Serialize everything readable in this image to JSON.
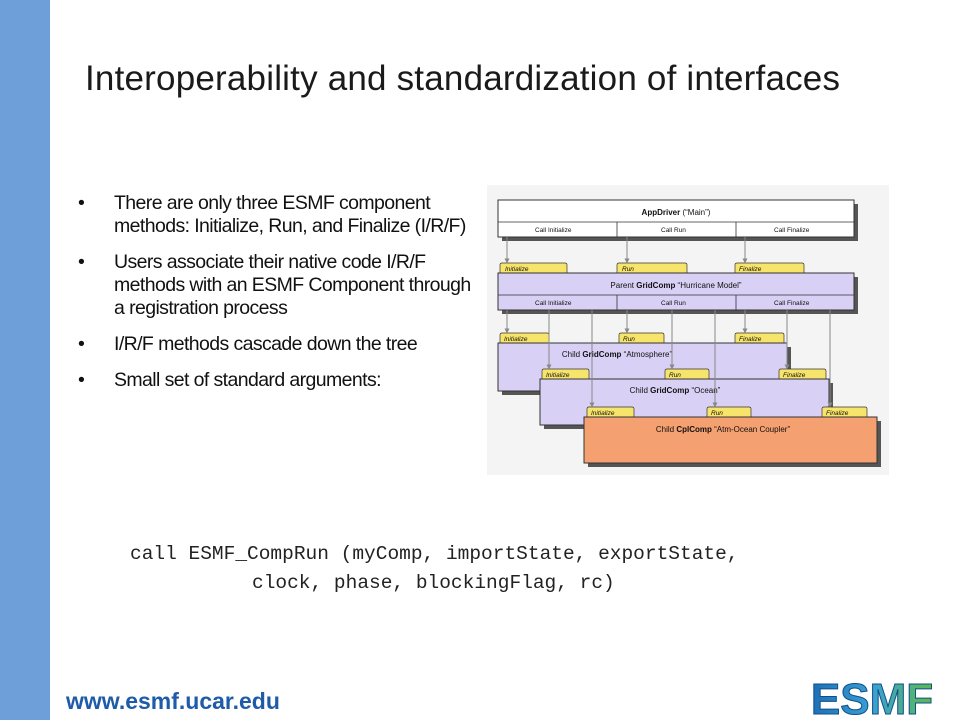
{
  "slide": {
    "title": "Interoperability and standardization of interfaces",
    "bullets": [
      "There are only three ESMF component methods:  Initialize, Run, and Finalize (I/R/F)",
      "Users associate their native code I/R/F methods with an ESMF Component through a registration process",
      "I/R/F methods cascade down the tree",
      "Small set of standard arguments:"
    ],
    "code_line1": "call ESMF_CompRun (myComp, importState, exportState,",
    "code_line2": "clock, phase, blockingFlag, rc)",
    "footer_url": "www.esmf.ucar.edu",
    "logo_text": "ESMF"
  },
  "diagram": {
    "appdriver": {
      "bold": "AppDriver",
      "rest": " (“Main”)"
    },
    "parent": {
      "prefix": "Parent ",
      "bold": "GridComp",
      "rest": " “Hurricane Model”"
    },
    "child_atm": {
      "prefix": "Child ",
      "bold": "GridComp",
      "rest": " “Atmosphere”"
    },
    "child_ocean": {
      "prefix": "Child ",
      "bold": "GridComp",
      "rest": " “Ocean”"
    },
    "child_cpl": {
      "prefix": "Child ",
      "bold": "CplComp",
      "rest": " “Atm-Ocean Coupler”"
    },
    "calls": [
      "Call Initialize",
      "Call Run",
      "Call Finalize"
    ],
    "methods": [
      "Initialize",
      "Run",
      "Finalize"
    ],
    "colors": {
      "purple": "#d8d0f5",
      "orange": "#f5a070",
      "tab_yellow": "#f7e46a"
    }
  }
}
